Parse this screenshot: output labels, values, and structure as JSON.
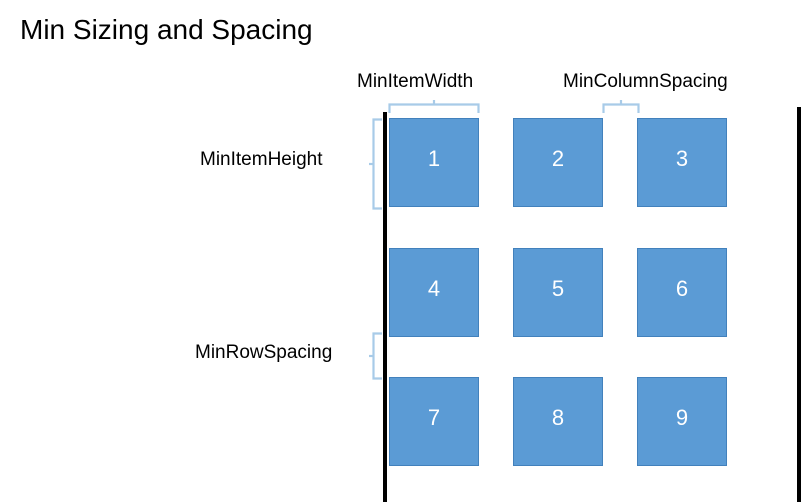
{
  "slide": {
    "title": "Min Sizing and Spacing",
    "background_color": "#FFFFFF"
  },
  "colors": {
    "item_fill": "#5B9BD5",
    "item_border": "#4281BC",
    "item_text": "#FFFFFF",
    "bracket": "#A8CBE8",
    "guide_line": "#000000",
    "text": "#000000"
  },
  "annotations": [
    {
      "key": "min_item_width",
      "label": "MinItemWidth"
    },
    {
      "key": "min_column_spacing",
      "label": "MinColumnSpacing"
    },
    {
      "key": "min_item_height",
      "label": "MinItemHeight"
    },
    {
      "key": "min_row_spacing",
      "label": "MinRowSpacing"
    }
  ],
  "annotation_labels": {
    "min_item_width": "MinItemWidth",
    "min_column_spacing": "MinColumnSpacing",
    "min_item_height": "MinItemHeight",
    "min_row_spacing": "MinRowSpacing"
  },
  "grid": {
    "rows": 3,
    "columns": 3,
    "items": [
      {
        "label": "1",
        "row": 1,
        "column": 1
      },
      {
        "label": "2",
        "row": 1,
        "column": 2
      },
      {
        "label": "3",
        "row": 1,
        "column": 3
      },
      {
        "label": "4",
        "row": 2,
        "column": 1
      },
      {
        "label": "5",
        "row": 2,
        "column": 2
      },
      {
        "label": "6",
        "row": 2,
        "column": 3
      },
      {
        "label": "7",
        "row": 3,
        "column": 1
      },
      {
        "label": "8",
        "row": 3,
        "column": 2
      },
      {
        "label": "9",
        "row": 3,
        "column": 3
      }
    ]
  }
}
